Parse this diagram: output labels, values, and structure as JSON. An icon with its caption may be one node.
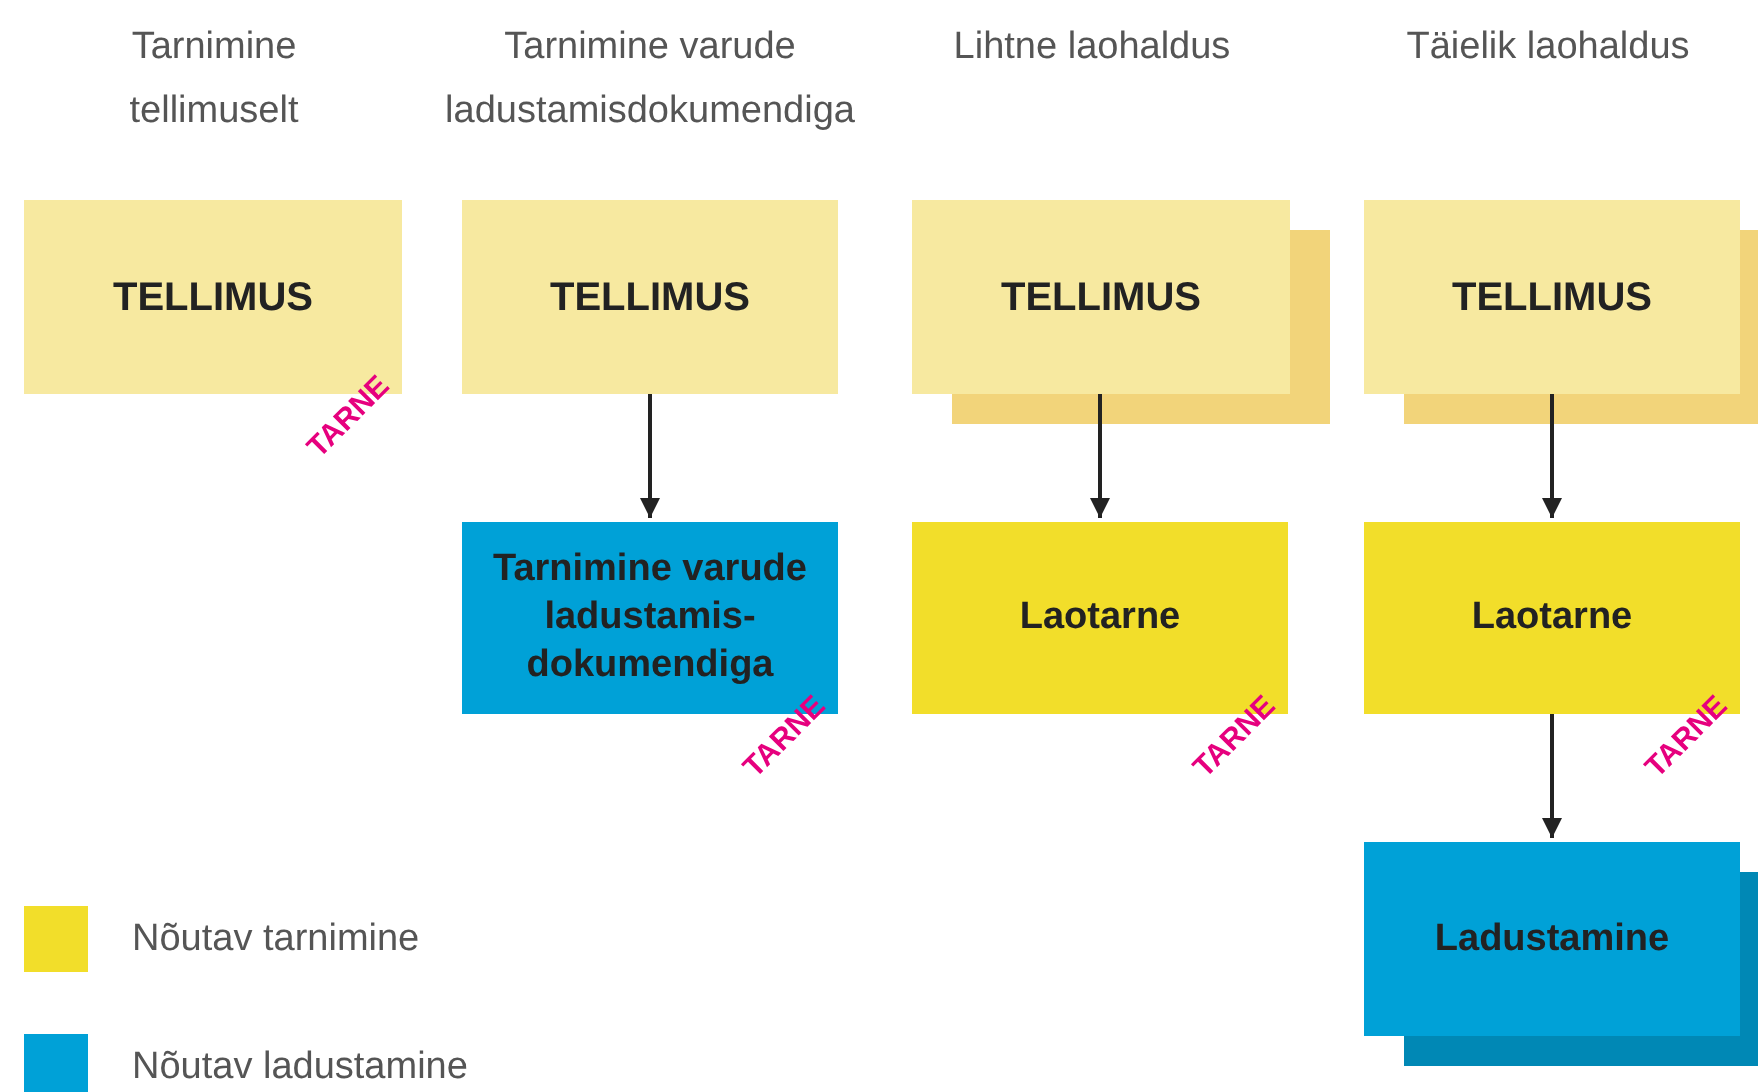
{
  "diagram": {
    "nodes": [
      {
        "text": [
          "TELLIMUS"
        ],
        "beside": [
          "TARNE"
        ]
      },
      {
        "text": [
          "TELLIMUS"
        ]
      },
      {
        "text": [
          "TELLIMUS"
        ]
      },
      {
        "text": [
          "TELLIMUS"
        ]
      },
      {
        "text": [
          "Tarnimine varude ladustamis-dokumendiga"
        ],
        "beside": [
          "TARNE"
        ]
      },
      {
        "text": [
          "Laotarne"
        ],
        "beside": [
          "TARNE"
        ]
      },
      {
        "text": [
          "Laotarne"
        ],
        "beside": [
          "TARNE"
        ]
      },
      {
        "text": [
          "Ladustamine"
        ]
      }
    ],
    "edges": [
      {
        "from": 1,
        "to": 4,
        "arrow": "to"
      },
      {
        "from": 2,
        "to": 5,
        "arrow": "to"
      },
      {
        "from": 3,
        "to": 6,
        "arrow": "to"
      },
      {
        "from": 6,
        "to": 7,
        "arrow": "to"
      }
    ],
    "labels": [
      "Tarnimine tellimuselt",
      "Tarnimine varude ladustamisdokumendiga",
      "Lihtne laohaldus",
      "Täielik laohaldus"
    ],
    "legend": [
      {
        "text": "Nõutav tarnimine",
        "color": "#f2de2a"
      },
      {
        "text": "Nõutav ladustamine",
        "color": "#00a1d7"
      }
    ]
  }
}
